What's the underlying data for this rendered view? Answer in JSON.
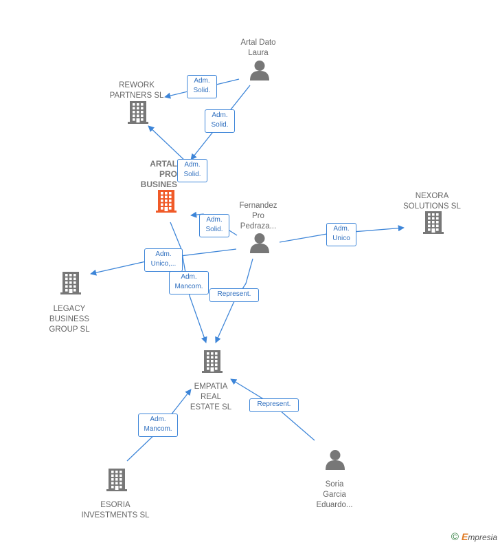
{
  "colors": {
    "edge": "#3d85d8",
    "company_icon": "#777777",
    "main_company_icon": "#f05a28",
    "person_icon": "#777777",
    "label_text": "#666666"
  },
  "nodes": [
    {
      "id": "artal_dato",
      "type": "person",
      "icon": "person-icon",
      "lines": [
        "Artal Dato",
        "Laura"
      ]
    },
    {
      "id": "rework",
      "type": "company",
      "icon": "building-icon",
      "lines": [
        "REWORK",
        "PARTNERS  SL"
      ]
    },
    {
      "id": "artal_pro",
      "type": "main-company",
      "icon": "building-icon",
      "lines": [
        "ARTAL",
        "PRO",
        "BUSINES"
      ]
    },
    {
      "id": "fernandez",
      "type": "person",
      "icon": "person-icon",
      "lines": [
        "Fernandez",
        "Pro",
        "Pedraza..."
      ]
    },
    {
      "id": "nexora",
      "type": "company",
      "icon": "building-icon",
      "lines": [
        "NEXORA",
        "SOLUTIONS SL"
      ]
    },
    {
      "id": "legacy",
      "type": "company",
      "icon": "building-icon",
      "lines": [
        "LEGACY",
        "BUSINESS",
        "GROUP  SL"
      ]
    },
    {
      "id": "empatia",
      "type": "company",
      "icon": "building-icon",
      "lines": [
        "EMPATIA",
        "REAL",
        "ESTATE  SL"
      ]
    },
    {
      "id": "esoria",
      "type": "company",
      "icon": "building-icon",
      "lines": [
        "ESORIA",
        "INVESTMENTS SL"
      ]
    },
    {
      "id": "soria",
      "type": "person",
      "icon": "person-icon",
      "lines": [
        "Soria",
        "Garcia",
        "Eduardo..."
      ]
    }
  ],
  "edges": [
    {
      "id": "e1",
      "from": "artal_dato",
      "to": "rework",
      "lines": [
        "Adm.",
        "Solid."
      ]
    },
    {
      "id": "e2",
      "from": "artal_dato",
      "to": "artal_pro",
      "lines": [
        "Adm.",
        "Solid."
      ]
    },
    {
      "id": "e3",
      "from": "fernandez",
      "to": "rework",
      "lines": [
        "Adm.",
        "Solid."
      ]
    },
    {
      "id": "e4",
      "from": "fernandez",
      "to": "artal_pro",
      "lines": [
        "Adm.",
        "Solid."
      ]
    },
    {
      "id": "e5",
      "from": "fernandez",
      "to": "nexora",
      "lines": [
        "Adm.",
        "Unico"
      ]
    },
    {
      "id": "e6",
      "from": "fernandez",
      "to": "legacy",
      "lines": [
        "Adm.",
        "Unico,..."
      ]
    },
    {
      "id": "e7",
      "from": "artal_pro",
      "to": "empatia",
      "lines": [
        "Adm.",
        "Mancom."
      ]
    },
    {
      "id": "e8",
      "from": "fernandez",
      "to": "empatia",
      "lines": [
        "Represent."
      ]
    },
    {
      "id": "e9",
      "from": "esoria",
      "to": "empatia",
      "lines": [
        "Adm.",
        "Mancom."
      ]
    },
    {
      "id": "e10",
      "from": "soria",
      "to": "empatia",
      "lines": [
        "Represent."
      ]
    }
  ],
  "footer": {
    "copyright_symbol": "©",
    "brand_first": "E",
    "brand_rest": "mpresia"
  }
}
